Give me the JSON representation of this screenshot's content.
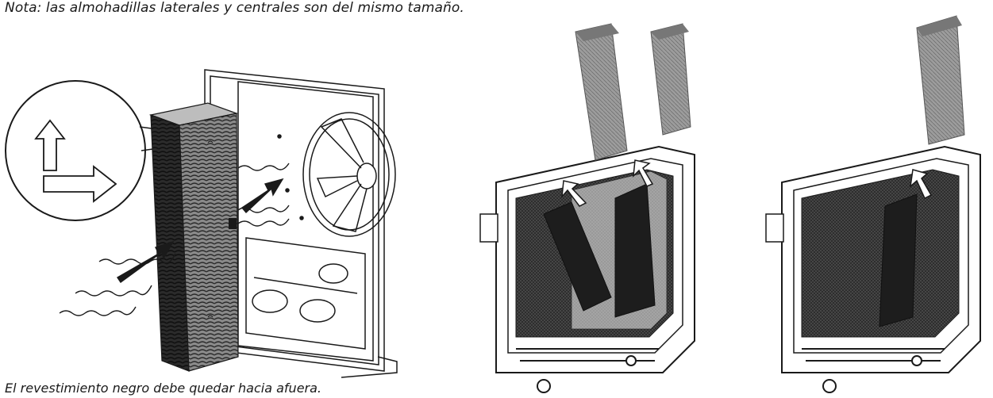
{
  "notes": {
    "top": "Nota: las almohadillas laterales y centrales son del mismo tamaño.",
    "bottom": "El revestimiento negro debe quedar hacia afuera."
  },
  "colors": {
    "pad_face": "#a8a8a8",
    "pad_dark": "#1c1c1c",
    "line": "#1a1a1a",
    "background": "#ffffff"
  },
  "figures": [
    {
      "id": "pad-orientation-detail",
      "icons": [
        "up-arrow-icon",
        "right-arrow-icon",
        "airflow-arrow-icon",
        "fan-icon"
      ]
    },
    {
      "id": "cooler-two-pads-install",
      "icons": [
        "install-arrow-icon"
      ]
    },
    {
      "id": "cooler-center-pad-install",
      "icons": [
        "install-arrow-icon"
      ]
    }
  ]
}
